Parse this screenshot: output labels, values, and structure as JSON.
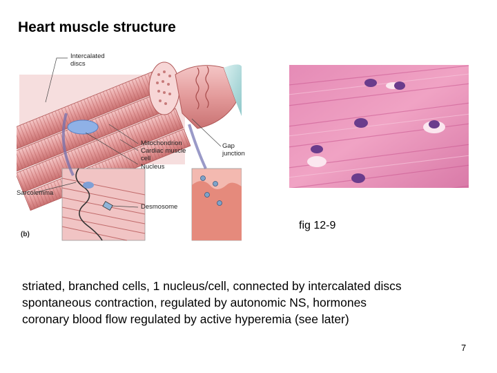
{
  "slide": {
    "title": "Heart muscle structure",
    "figure_labels": {
      "intercalated_discs": "Intercalated\ndiscs",
      "mitochondrion": "Mitochondrion",
      "cardiac_muscle_cell": "Cardiac muscle\ncell",
      "nucleus": "Nucleus",
      "gap_junction": "Gap\njunction",
      "sarcolemma": "Sarcolemma",
      "desmosome": "Desmosome",
      "panel": "(b)"
    },
    "micrograph_caption": "fig 12-9",
    "bullets": [
      "striated, branched cells, 1 nucleus/cell, connected by intercalated discs",
      "spontaneous contraction, regulated by autonomic NS, hormones",
      "coronary blood flow regulated by active hyperemia (see later)"
    ],
    "page_number": "7"
  },
  "colors": {
    "muscle": "#e8a0a0",
    "muscle_dark": "#c86060",
    "nucleus_blue": "#7aa0d8",
    "stain_pink": "#e07aa8",
    "stain_nucleus": "#6a3c8c",
    "connective_teal": "#9fd2d4"
  }
}
